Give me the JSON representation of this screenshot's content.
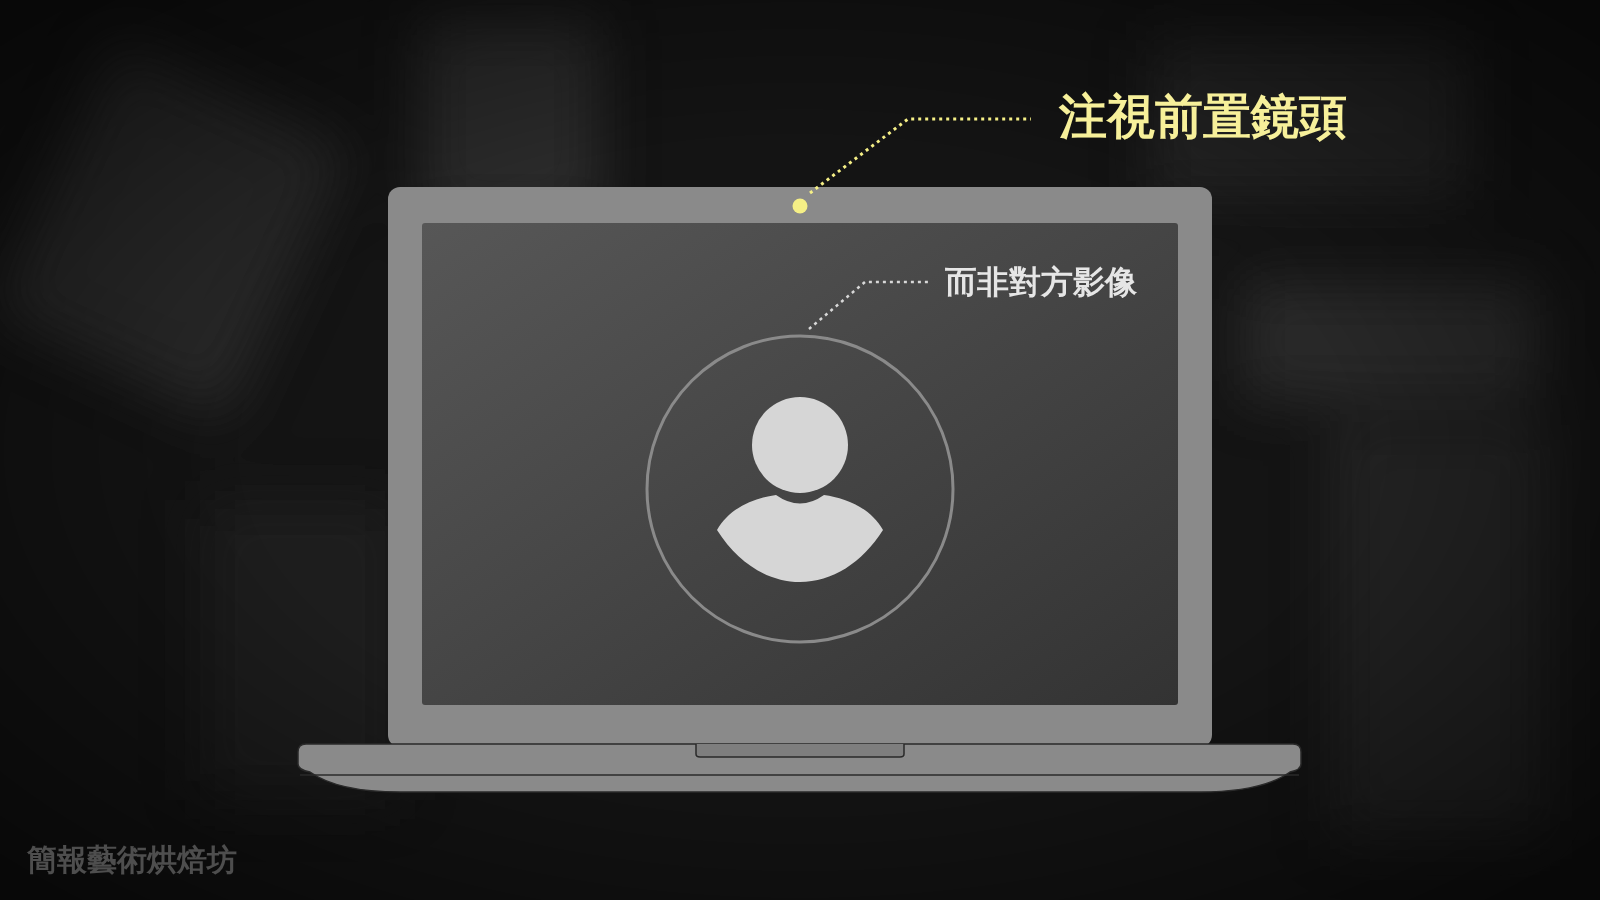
{
  "diagram": {
    "labels": [
      "注視前置鏡頭",
      "而非對方影像",
      "簡報藝術烘焙坊"
    ]
  }
}
